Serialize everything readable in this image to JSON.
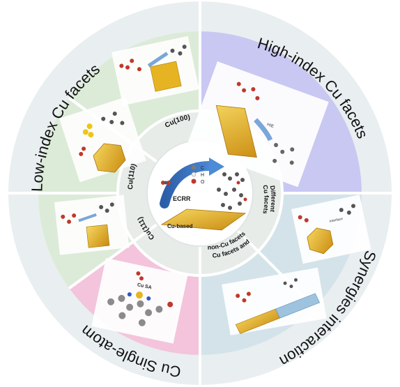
{
  "outer_labels": {
    "low_index": "Low-index Cu facets",
    "high_index": "High-index Cu facets",
    "synergies": "Synergies interaction",
    "single_atom": "Cu Single-atom"
  },
  "inner_labels": {
    "cu100": "Cu(100)",
    "cu110": "Cu(110)",
    "cu111": "Cu(111)",
    "different_facets_l1": "Different",
    "different_facets_l2": "Cu facets",
    "non_cu_l1": "Cu facets and",
    "non_cu_l2": "non-Cu facets"
  },
  "center": {
    "process": "ECRR",
    "catalyst": "Cu-based",
    "legend_c": "C",
    "legend_h": "H",
    "legend_o": "O"
  },
  "panel_labels": {
    "cu_sa": "Cu SA",
    "hie": "HIE",
    "interface": "Interface"
  },
  "colors": {
    "outer_ring": "#e9eef0",
    "green_panel": "#dcebd8",
    "purple_panel": "#c9c8f2",
    "blue_panel": "#d3e3e9",
    "pink_panel": "#f3c4dc",
    "inner_ring": "#e7ece9",
    "center_fill": "#ffffff",
    "copper_gold": "#e6b422",
    "arrow_blue": "#3d6fb8"
  }
}
